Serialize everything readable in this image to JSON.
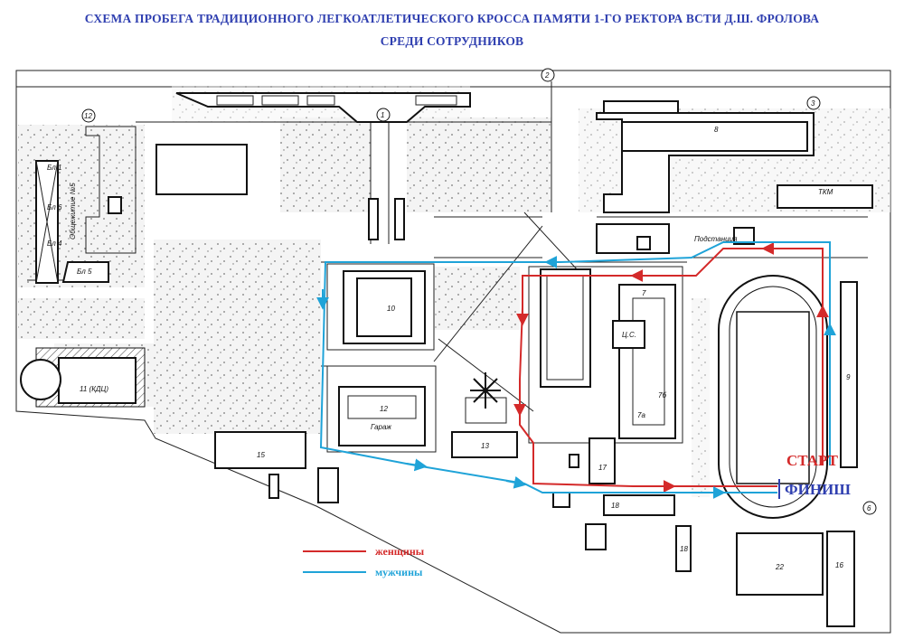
{
  "title": {
    "line1": "СХЕМА ПРОБЕГА ТРАДИЦИОННОГО ЛЕГКОАТЛЕТИЧЕСКОГО КРОССА ПАМЯТИ 1-ГО РЕКТОРА ВСТИ Д.Ш. ФРОЛОВА",
    "line2": "СРЕДИ СОТРУДНИКОВ"
  },
  "labels": {
    "start": "СТАРТ",
    "finish": "ФИНИШ"
  },
  "legend": {
    "women": {
      "label": "женщины",
      "color": "#d42a2a"
    },
    "men": {
      "label": "мужчины",
      "color": "#1fa3d8"
    }
  },
  "buildings": {
    "b8": "8",
    "tkm": "ТКМ",
    "b7": "7",
    "cs": "Ц.С.",
    "b7b": "7б",
    "b7a": "7а",
    "b9": "9",
    "b10": "10",
    "b12": "12",
    "garage": "Гараж",
    "b13": "13",
    "b15": "15",
    "b17": "17",
    "b18": "18",
    "b18b": "18",
    "b22": "22",
    "b16": "16",
    "b11": "11 (КДЦ)",
    "substation": "Подстанция",
    "bl1": "Бл 1",
    "bl6": "Бл 6",
    "bl4": "Бл 4",
    "bl5": "Бл 5",
    "dorm": "Общежитие №5"
  },
  "markers": {
    "m1": "1",
    "m2": "2",
    "m3": "3",
    "m6": "6",
    "m12": "12"
  },
  "colors": {
    "title": "#2f3fb0",
    "start": "#d42a2a",
    "finish": "#2f3fb0",
    "women_route": "#d42a2a",
    "men_route": "#1fa3d8"
  }
}
